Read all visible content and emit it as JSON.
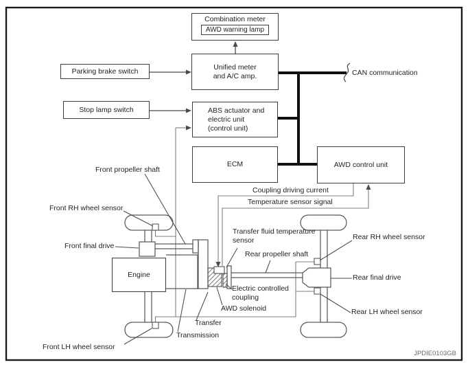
{
  "figure_code": "JPDIE0103GB",
  "colors": {
    "line_art": "#585858",
    "wire": "#7d7d7d",
    "box_border": "#3a3a3a",
    "can_bus": "#0f0f0f",
    "background": "#ffffff",
    "figure_code_text": "#6b6b6b"
  },
  "boxes": {
    "combination_meter": "Combination meter",
    "awd_warning_lamp": "AWD warning lamp",
    "unified_meter": [
      "Unified meter",
      "and A/C amp."
    ],
    "parking_brake_switch": "Parking brake switch",
    "stop_lamp_switch": "Stop lamp switch",
    "abs_unit": [
      "ABS actuator and",
      "electric unit",
      "(control unit)"
    ],
    "ecm": "ECM",
    "awd_control_unit": "AWD control unit",
    "engine": "Engine"
  },
  "signal_labels": {
    "can_communication": "CAN communication",
    "coupling_driving_current": "Coupling driving current",
    "temperature_sensor_signal": "Temperature sensor signal"
  },
  "part_labels": {
    "front_propeller_shaft": "Front propeller shaft",
    "front_rh_wheel_sensor": "Front RH wheel sensor",
    "front_final_drive": "Front final drive",
    "front_lh_wheel_sensor": "Front LH wheel sensor",
    "transmission": "Transmission",
    "transfer": "Transfer",
    "awd_solenoid": "AWD solenoid",
    "electric_controlled_coupling": [
      "Electric controlled",
      "coupling"
    ],
    "transfer_fluid_temperature_sensor": [
      "Transfer fluid temperature",
      "sensor"
    ],
    "rear_propeller_shaft": "Rear propeller shaft",
    "rear_rh_wheel_sensor": "Rear RH wheel sensor",
    "rear_final_drive": "Rear final drive",
    "rear_lh_wheel_sensor": "Rear LH wheel sensor"
  }
}
